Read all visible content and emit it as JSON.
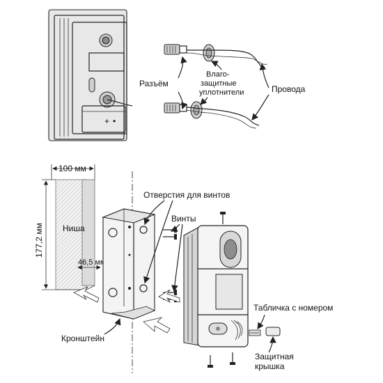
{
  "top_section": {
    "labels": {
      "connector": "Разъём",
      "seals_line1": "Влаго-",
      "seals_line2": "защитные",
      "seals_line3": "уплотнители",
      "wires": "Провода"
    }
  },
  "bottom_section": {
    "dimensions": {
      "width": "100 мм",
      "height": "177,2 мм",
      "depth": "46,5 мм"
    },
    "labels": {
      "niche": "Ниша",
      "screw_holes": "Отверстия для винтов",
      "screws": "Винты",
      "bracket": "Кронштейн",
      "nameplate": "Табличка с номером",
      "cover_line1": "Защитная",
      "cover_line2": "крышка"
    }
  },
  "device_glyphs": {
    "plus": "+",
    "dot": "•"
  }
}
